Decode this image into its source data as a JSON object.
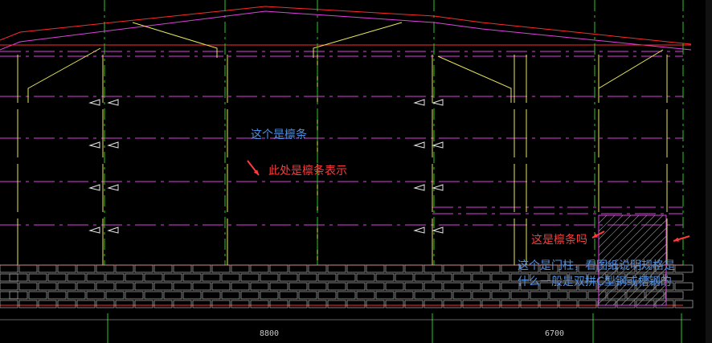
{
  "colors": {
    "background": "#000000",
    "roof": "#ff2a2a",
    "purlin": "#e040e0",
    "column": "#e6e65a",
    "gridline": "#28c828",
    "brick": "#b4b4b4",
    "dimension": "#c8c8c8",
    "annotation_blue": "#4f8fe0",
    "annotation_red": "#ff3b3b"
  },
  "annotations": {
    "purlin_label": "这个是檩条",
    "purlin_symbol_note": "此处是檩条表示",
    "question": "这是檩条吗",
    "door_column_line1": "这个是门柱，看图纸说明规格是",
    "door_column_line2": "什么一般是双拼C型钢或槽钢的"
  },
  "dimensions": {
    "left_span": "8800",
    "right_span": "6700"
  }
}
